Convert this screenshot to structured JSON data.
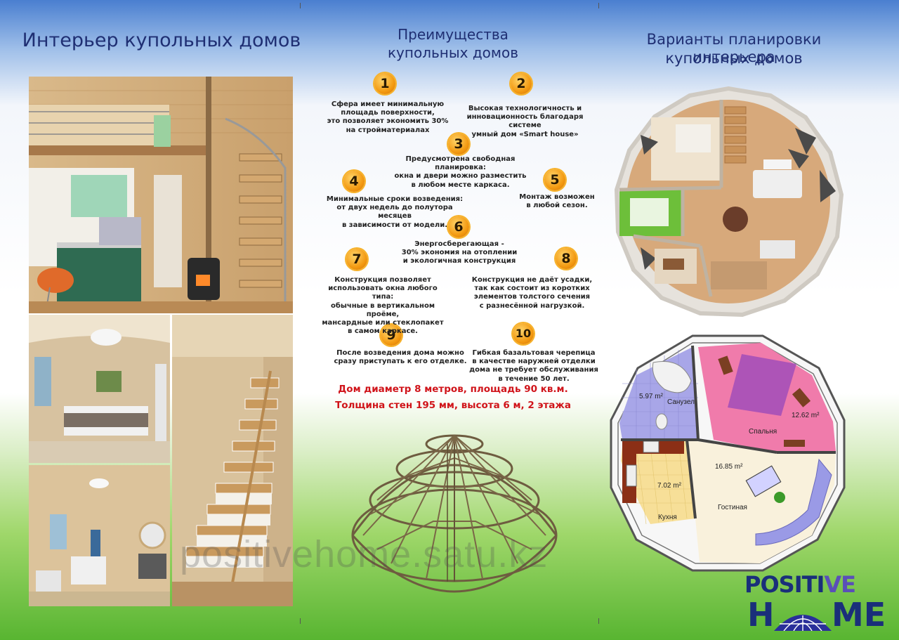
{
  "left": {
    "title": "Интерьер купольных домов"
  },
  "middle": {
    "title_line1": "Преимущества",
    "title_line2": "купольных домов",
    "features": [
      {
        "num": "1",
        "text": "Сфера имеет минимальную\nплощадь поверхности,\nэто позволяет экономить 30%\nна стройматериалах"
      },
      {
        "num": "2",
        "text": "Высокая технологичность и\nинновационность благодаря системе\nумный дом «Smart house»"
      },
      {
        "num": "3",
        "text": "Предусмотрена свободная планировка:\nокна и двери можно разместить\nв любом месте каркаса."
      },
      {
        "num": "4",
        "text": "Минимальные сроки возведения:\nот двух недель до полутора месяцев\nв зависимости от модели."
      },
      {
        "num": "5",
        "text": "Монтаж возможен\nв любой сезон."
      },
      {
        "num": "6",
        "text": "Энергосберегающая -\n30% экономия на отоплении\nи экологичная конструкция"
      },
      {
        "num": "7",
        "text": "Конструкция позволяет\nиспользовать окна любого типа:\nобычные в вертикальном проёме,\nмансардные или стеклопакет\nв самом каркасе."
      },
      {
        "num": "8",
        "text": "Конструкция не даёт усадки,\nтак как состоит из коротких\nэлементов толстого сечения\nс разнесённой нагрузкой."
      },
      {
        "num": "9",
        "text": "После возведения дома можно\nсразу приступать к его отделке."
      },
      {
        "num": "10",
        "text": "Гибкая базальтовая черепица\nв качестве наружней отделки\nдома не требует обслуживания\nв течение 50 лет."
      }
    ],
    "spec_line1": "Дом диаметр 8 метров, площадь 90 кв.м.",
    "spec_line2": "Толщина стен 195 мм, высота 6 м, 2 этажа"
  },
  "right": {
    "title_line1": "Варианты планировки интерьера",
    "title_line2": "купольных домов",
    "rooms": {
      "bath_area": "5.97 m²",
      "bath_name": "Санузел",
      "bedroom_area": "12.62 m²",
      "bedroom_name": "Спальня",
      "living_area": "16.85 m²",
      "living_name": "Гостиная",
      "kitchen_area": "7.02 m²",
      "kitchen_name": "Кухня"
    }
  },
  "watermark": "positivehome.satu.kz",
  "logo": {
    "line1": "POSITI",
    "line1_end": "VE",
    "line2_h": "H",
    "line2_me": "ME"
  },
  "colors": {
    "title_blue": "#1f2f73",
    "accent_red": "#d0141a",
    "badge_orange": "#f39a12"
  }
}
